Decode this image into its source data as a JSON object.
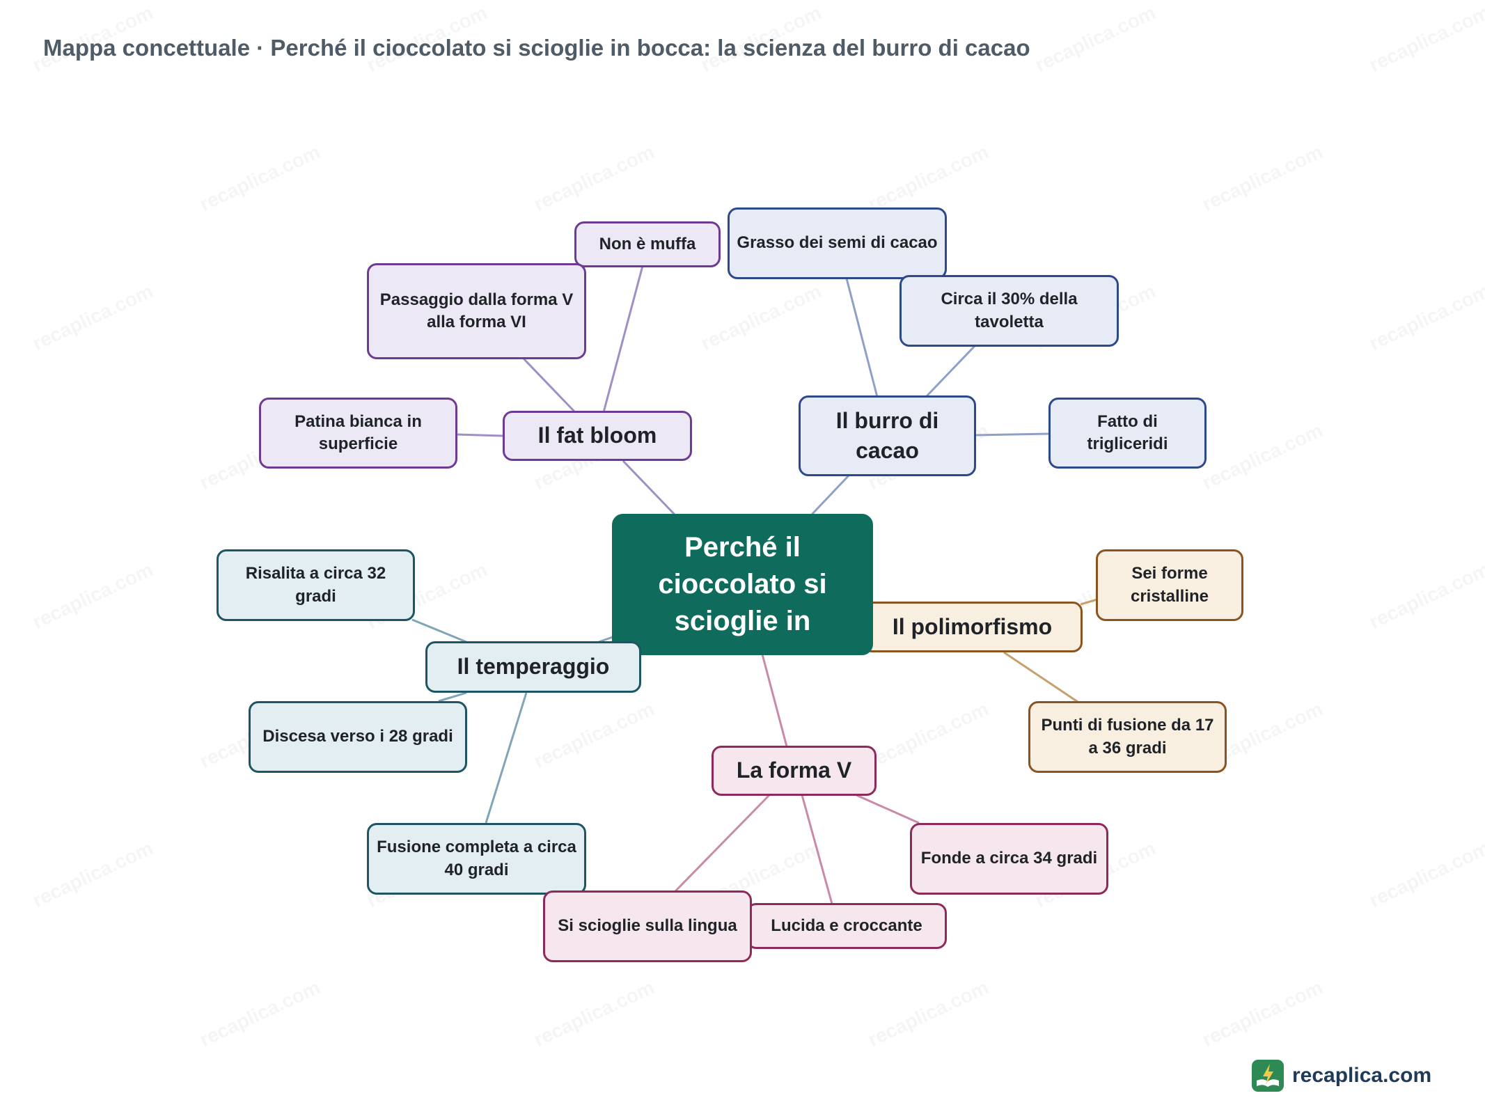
{
  "title": "Mappa concettuale · Perché il cioccolato si scioglie in bocca: la scienza del burro di cacao",
  "brand": {
    "name": "recaplica.com",
    "icon": "lightning-book-icon"
  },
  "watermark": "recaplica.com",
  "center": {
    "label": "Perché il cioccolato si scioglie in"
  },
  "branches": {
    "fat_bloom": {
      "label": "Il fat bloom",
      "leaves": [
        "Non è muffa",
        "Passaggio dalla forma V alla forma VI",
        "Patina bianca in superficie"
      ]
    },
    "burro": {
      "label": "Il burro di cacao",
      "leaves": [
        "Grasso dei semi di cacao",
        "Circa il 30% della tavoletta",
        "Fatto di trigliceridi"
      ]
    },
    "polimorfismo": {
      "label": "Il polimorfismo",
      "leaves": [
        "Sei forme cristalline",
        "Punti di fusione da 17 a 36 gradi"
      ]
    },
    "temperaggio": {
      "label": "Il temperaggio",
      "leaves": [
        "Risalita a circa 32 gradi",
        "Discesa verso i 28 gradi",
        "Fusione completa a circa 40 gradi"
      ]
    },
    "forma_v": {
      "label": "La forma V",
      "leaves": [
        "Fonde a circa 34 gradi",
        "Lucida e croccante",
        "Si scioglie sulla lingua"
      ]
    }
  },
  "colors": {
    "center": "#0f6b5b",
    "fat_bloom": "#6e3b94",
    "burro": "#2c4a8a",
    "polimorfismo": "#8a5420",
    "temperaggio": "#1e5563",
    "forma_v": "#8e2a5a"
  }
}
